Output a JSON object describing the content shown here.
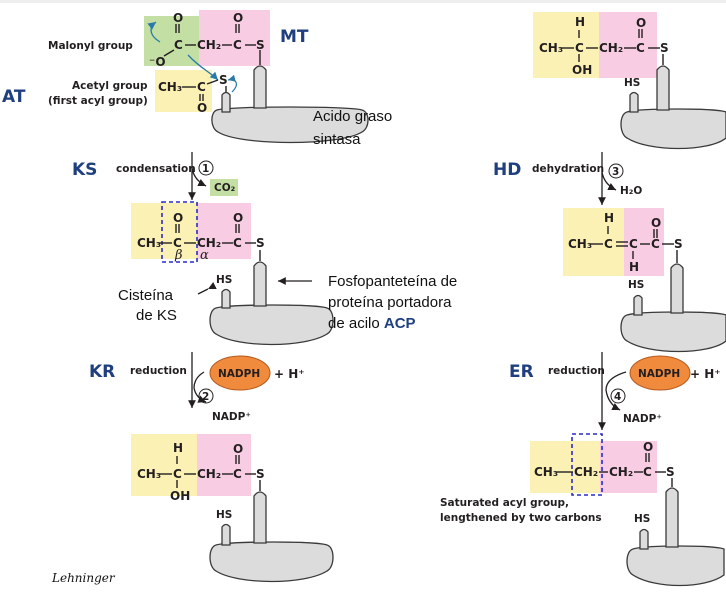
{
  "enzymes": {
    "mt": "MT",
    "at": "AT",
    "ks": "KS",
    "kr": "KR",
    "hd": "HD",
    "er": "ER"
  },
  "labels": {
    "malonyl_group": "Malonyl group",
    "acetyl_group": "Acetyl group",
    "first_acyl_group": "(first acyl group)",
    "fas_line1": "Acido graso",
    "fas_line2": "sintasa",
    "cys_line1": "Cisteína",
    "cys_line2": "de KS",
    "acp_line1": "Fosfopanteteína de",
    "acp_line2": "proteína portadora",
    "acp_line3_prefix": "de acilo ",
    "acp_line3_bold": "ACP",
    "saturated_line1": "Saturated acyl group,",
    "saturated_line2": "lengthened by two carbons",
    "source": "Lehninger"
  },
  "steps": [
    {
      "number": "1",
      "name": "condensation",
      "product": "CO₂"
    },
    {
      "number": "2",
      "name": "reduction",
      "cofactor_in": "NADPH",
      "plus": "+ H⁺",
      "product": "NADP⁺"
    },
    {
      "number": "3",
      "name": "dehydration",
      "product": "H₂O"
    },
    {
      "number": "4",
      "name": "reduction",
      "cofactor_in": "NADPH",
      "plus": "+ H⁺",
      "product": "NADP⁺"
    }
  ],
  "chem": {
    "C": "C",
    "O": "O",
    "H": "H",
    "S": "S",
    "HS": "HS",
    "OH": "OH",
    "ch2": "CH₂",
    "ch3": "CH₃",
    "o_minus": "⁻O",
    "beta": "β",
    "alpha": "α"
  },
  "colors": {
    "yellow": "#fbf1b4",
    "pink": "#f8cde4",
    "green": "#c4dfa3",
    "nadph": "#f08a3c",
    "enzyme_label": "#1f3f7f",
    "dashed_box": "#2c2cc9"
  }
}
